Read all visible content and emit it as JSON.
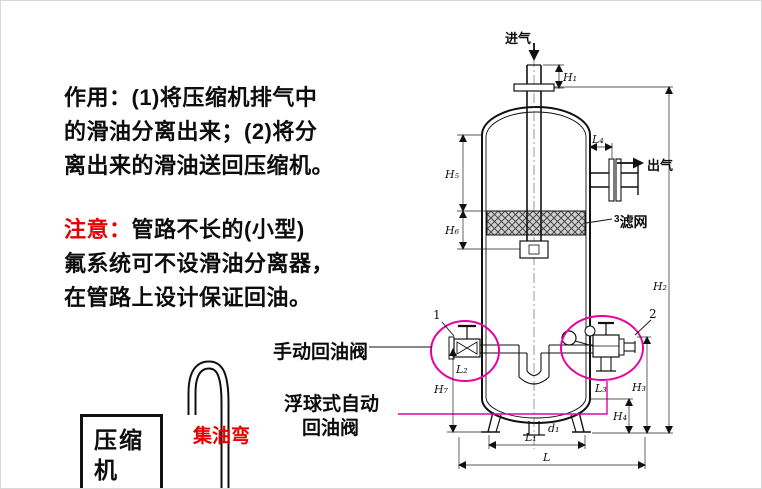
{
  "colors": {
    "accent_red": "#e60000",
    "magenta": "#e800a0",
    "ink": "#111111"
  },
  "intro": {
    "line1": "作用：(1)将压缩机排气中",
    "line2": "的滑油分离出来；(2)将分",
    "line3": "离出来的滑油送回压缩机。"
  },
  "notice": {
    "keyword": "注意：",
    "line1_rest": "管路不长的(小型)",
    "line2_bold": "氟系统",
    "line2_rest": "可不设滑油分离器，",
    "line3": "在管路上设计保证回油。"
  },
  "diagram": {
    "compressor": "压缩机",
    "oil_trap": "集油弯",
    "manual_valve": "手动回油阀",
    "float_valve_line1": "浮球式自动",
    "float_valve_line2": "回油阀",
    "inlet": "进气",
    "outlet": "出气",
    "filter_no": "3",
    "filter": "滤网",
    "part_1": "1",
    "part_2": "2",
    "dims": {
      "h1": "H₁",
      "h2": "H₂",
      "h3": "H₃",
      "h4": "H₄",
      "h5": "H₅",
      "h6": "H₆",
      "h7": "H₇",
      "l": "L",
      "l1": "L₁",
      "l2": "L₂",
      "l3": "L₃",
      "l4": "L₄",
      "d1": "d₁"
    }
  }
}
